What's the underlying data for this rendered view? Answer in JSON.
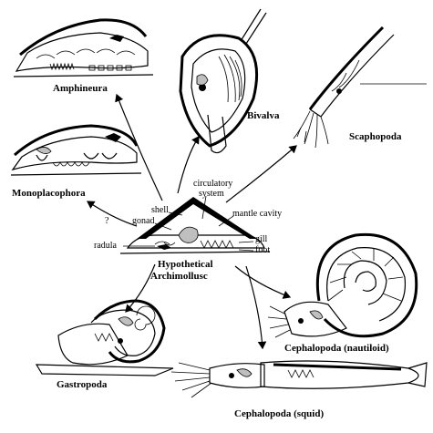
{
  "labels": {
    "amphineura": "Amphineura",
    "bivalva": "Bivalva",
    "scaphopoda": "Scaphopoda",
    "monoplacophora": "Monoplacophora",
    "hypothetical_line1": "Hypothetical",
    "hypothetical_line2": "Archimollusc",
    "gastropoda": "Gastropoda",
    "cephalopoda_nautiloid": "Cephalopoda (nautiloid)",
    "cephalopoda_squid": "Cephalopoda (squid)"
  },
  "parts": {
    "shell": "shell",
    "gonad": "gonad",
    "radula": "radula",
    "circulatory_line1": "circulatory",
    "circulatory_line2": "system",
    "mantle_cavity": "mantle cavity",
    "gill": "gill",
    "foot": "foot",
    "question": "?"
  }
}
